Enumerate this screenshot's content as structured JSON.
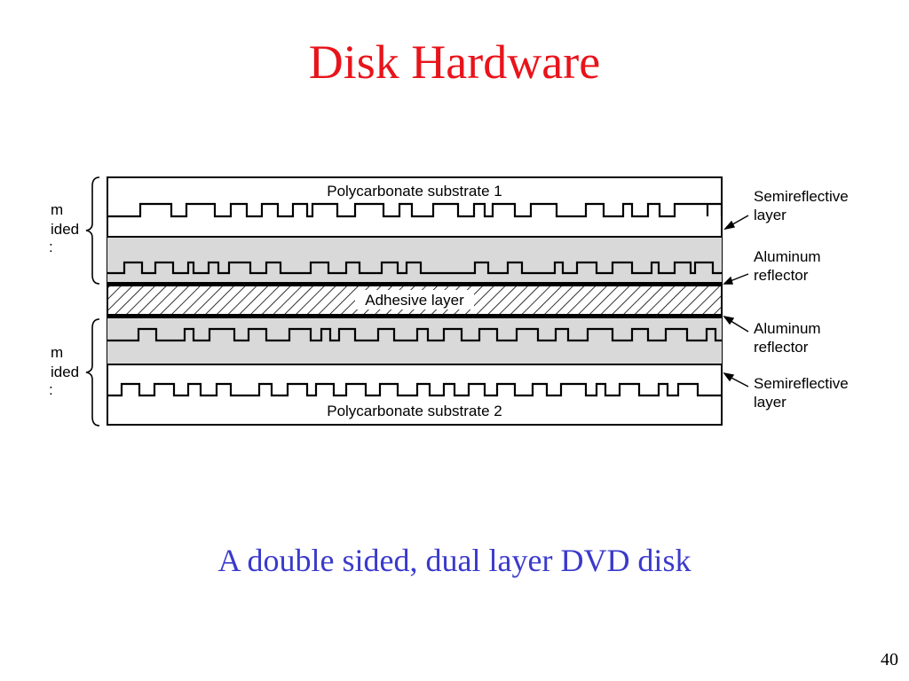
{
  "slide": {
    "title": "Disk Hardware",
    "caption": "A double sided, dual layer DVD disk",
    "page_number": "40",
    "title_color": "#e8141b",
    "caption_color": "#3a3acc"
  },
  "diagram": {
    "layers": {
      "top_substrate": "Polycarbonate substrate 1",
      "adhesive": "Adhesive layer",
      "bottom_substrate": "Polycarbonate substrate 2"
    },
    "right_labels": [
      [
        "Semireflective",
        "layer"
      ],
      [
        "Aluminum",
        "reflector"
      ],
      [
        "Aluminum",
        "reflector"
      ],
      [
        "Semireflective",
        "layer"
      ]
    ],
    "left_labels": [
      [
        "m",
        "ided",
        ":"
      ],
      [
        "m",
        "ided",
        ":"
      ]
    ],
    "colors": {
      "fill_layer": "#d9d9d9",
      "line": "#000000"
    }
  }
}
